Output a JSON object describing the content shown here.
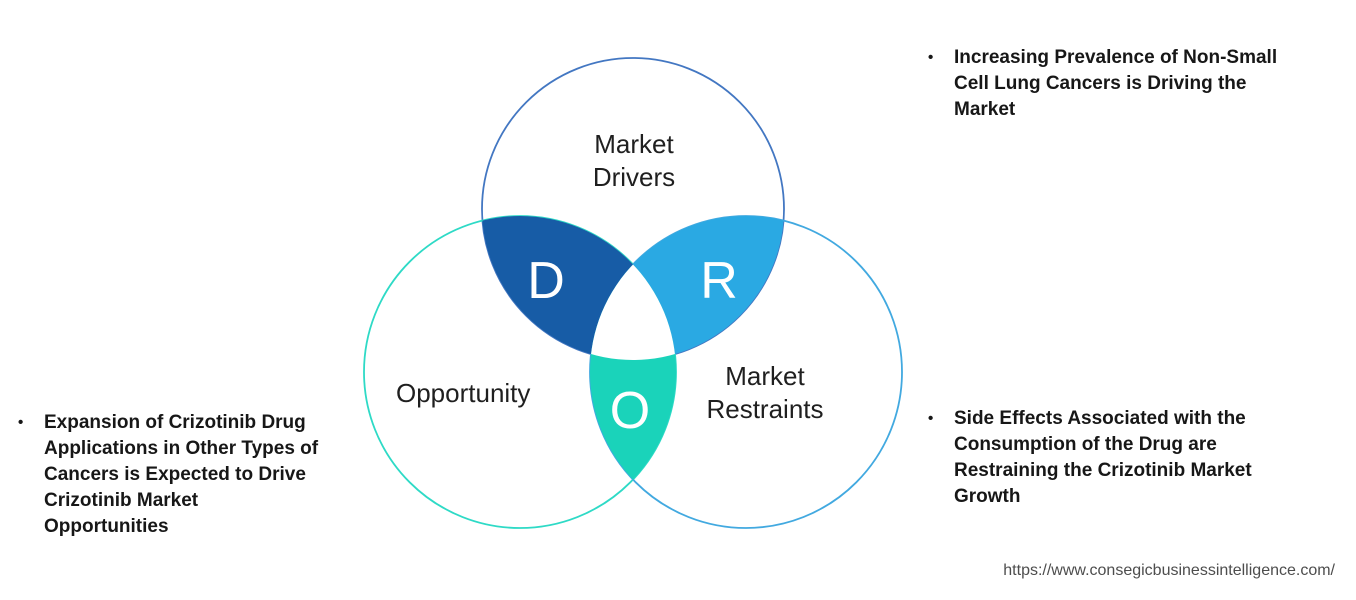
{
  "diagram": {
    "circles": {
      "drivers": {
        "label_lines": [
          "Market",
          "Drivers"
        ],
        "stroke": "#4377C2"
      },
      "opportunity": {
        "label": "Opportunity",
        "stroke": "#2EDAC6"
      },
      "restraints": {
        "label_lines": [
          "Market",
          "Restraints"
        ],
        "stroke": "#42A9E0"
      }
    },
    "overlaps": {
      "drivers": {
        "letter": "D",
        "fill": "#175CA6"
      },
      "restraints": {
        "letter": "R",
        "fill": "#2AA9E3"
      },
      "opportunity": {
        "letter": "O",
        "fill": "#1AD3BA"
      },
      "center_fill": "#FFFFFF"
    }
  },
  "bullets": {
    "marker": "•",
    "drivers": {
      "lines": [
        "Increasing Prevalence of Non-Small",
        "Cell Lung Cancers is Driving the",
        "Market"
      ]
    },
    "opportunity": {
      "lines": [
        "Expansion of Crizotinib Drug",
        "Applications in Other Types of",
        "Cancers is Expected to Drive",
        "Crizotinib Market",
        "Opportunities"
      ]
    },
    "restraints": {
      "lines": [
        "Side Effects Associated with the",
        "Consumption of the Drug are",
        "Restraining the Crizotinib Market",
        "Growth"
      ]
    }
  },
  "footer": {
    "url": "https://www.consegicbusinessintelligence.com/"
  },
  "colors": {
    "label_text": "#1F1F1F",
    "bullet_text": "#171717",
    "url_text": "#4D4D4D",
    "background": "#FFFFFF",
    "letter_text": "#FFFFFF"
  }
}
